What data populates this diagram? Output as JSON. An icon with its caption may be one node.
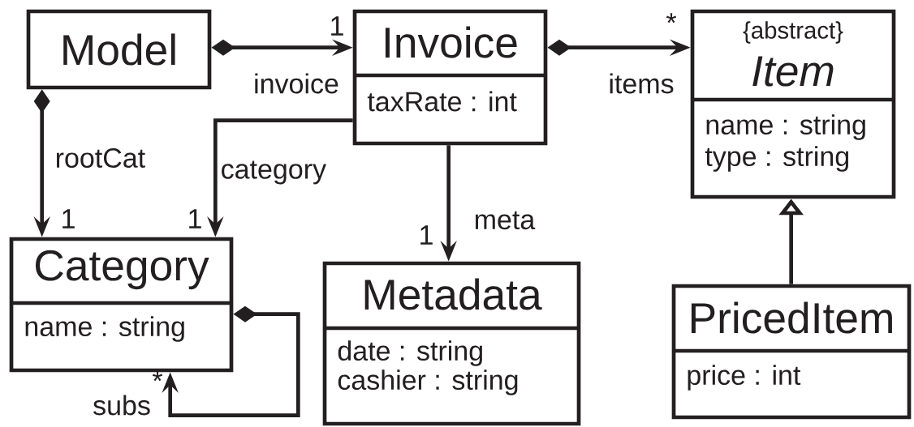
{
  "diagram": {
    "nodes": [
      {
        "text": [
          "Model"
        ]
      },
      {
        "text": [
          "Invoice",
          "taxRate : int"
        ]
      },
      {
        "text": [
          "{abstract}",
          "Item",
          "name : string",
          "type : string"
        ]
      },
      {
        "text": [
          "Category",
          "name : string"
        ]
      },
      {
        "text": [
          "Metadata",
          "date : string",
          "cashier : string"
        ]
      },
      {
        "text": [
          "PricedItem",
          "price : int"
        ]
      }
    ],
    "edges": [
      {
        "from": 0,
        "to": 1,
        "arrow": "to",
        "label": "invoice"
      },
      {
        "from": 1,
        "to": 2,
        "arrow": "to",
        "label": "items"
      },
      {
        "from": 0,
        "to": 3,
        "arrow": "to",
        "label": "rootCat"
      },
      {
        "from": 1,
        "to": 3,
        "arrow": "to",
        "label": "category"
      },
      {
        "from": 1,
        "to": 4,
        "arrow": "to",
        "label": "meta"
      },
      {
        "from": 3,
        "to": 3,
        "arrow": "to",
        "label": "subs"
      },
      {
        "from": 5,
        "to": 2,
        "arrow": "to"
      }
    ],
    "labels": [
      "1",
      "*",
      "1",
      "1",
      "1",
      "*"
    ]
  }
}
